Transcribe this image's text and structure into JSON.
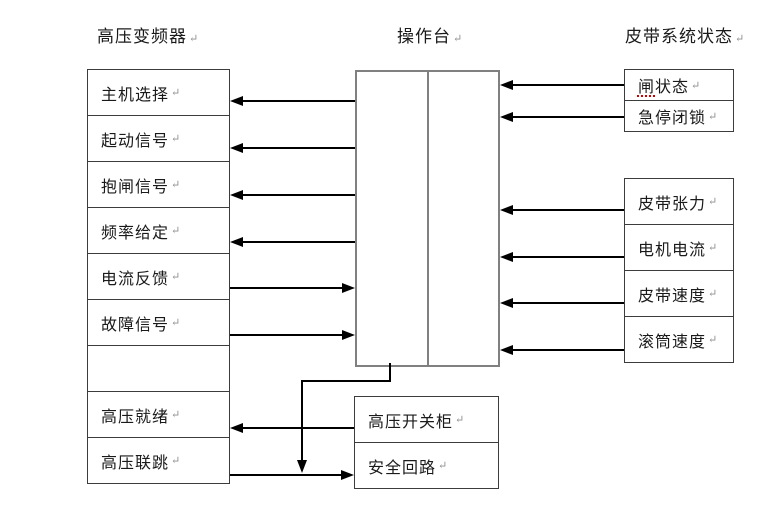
{
  "titles": {
    "left": "高压变频器",
    "center": "操作台",
    "right": "皮带系统状态"
  },
  "return_mark": "↵",
  "hv_vfd_panel": {
    "rows": [
      "主机选择",
      "起动信号",
      "抱闸信号",
      "频率给定",
      "电流反馈",
      "故障信号",
      "",
      "高压就绪",
      "高压联跳"
    ]
  },
  "belt_status_panel": {
    "group1": [
      "闸状态",
      "急停闭锁"
    ],
    "group2": [
      "皮带张力",
      "电机电流",
      "皮带速度",
      "滚筒速度"
    ]
  },
  "switchgear_panel": {
    "rows": [
      "高压开关柜",
      "安全回路"
    ]
  },
  "colors": {
    "line": "#000000",
    "console_border": "#808080",
    "box_border": "#3c3c3c",
    "spellcheck": "#cc0000"
  }
}
